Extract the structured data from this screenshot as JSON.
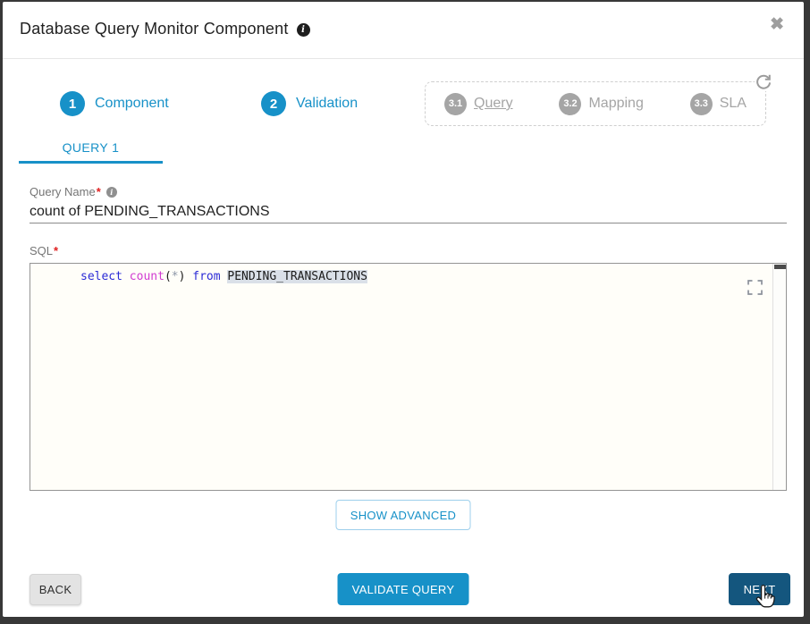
{
  "dialog": {
    "title": "Database Query Monitor Component",
    "close_glyph": "✖",
    "info_glyph": "i"
  },
  "steps": {
    "step1": {
      "number": "1",
      "label": "Component"
    },
    "step2": {
      "number": "2",
      "label": "Validation"
    },
    "substeps": [
      {
        "number": "3.1",
        "label": "Query"
      },
      {
        "number": "3.2",
        "label": "Mapping"
      },
      {
        "number": "3.3",
        "label": "SLA"
      }
    ]
  },
  "tabs": {
    "query1_label": "QUERY 1"
  },
  "form": {
    "query_name": {
      "label": "Query Name",
      "required_mark": "*",
      "info_glyph": "i",
      "value": "count of PENDING_TRANSACTIONS"
    },
    "sql": {
      "label": "SQL",
      "required_mark": "*",
      "code": {
        "kw_select": "select ",
        "fn_count": "count",
        "paren_open": "(",
        "star": "*",
        "paren_close": ") ",
        "kw_from": "from ",
        "table_name": "PENDING_TRANSACTIONS"
      }
    }
  },
  "buttons": {
    "show_advanced": "SHOW ADVANCED",
    "back": "BACK",
    "validate_query": "VALIDATE QUERY",
    "next": "NEXT"
  },
  "colors": {
    "accent_blue": "#1791c8",
    "next_button_blue": "#14567e",
    "inactive_gray": "#a5a5a5",
    "required_red": "#e02020",
    "code_keyword_blue": "#2b2bd6",
    "code_function_magenta": "#d13bd1",
    "code_selection_bg": "#dae0e8",
    "frame_dark": "#383838"
  }
}
